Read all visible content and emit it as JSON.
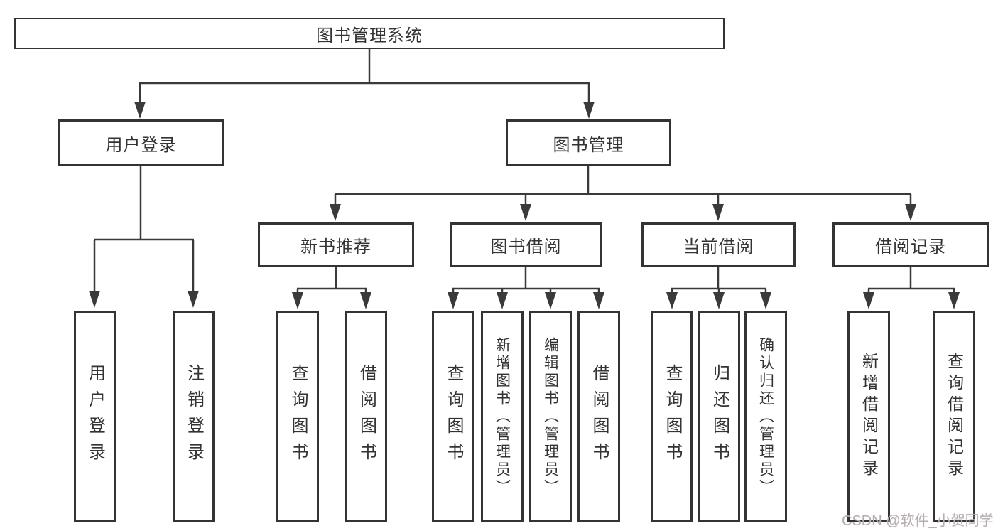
{
  "diagram_title": "图书管理系统",
  "nodes": {
    "root": {
      "label": "图书管理系统"
    },
    "level1": [
      {
        "id": "user-login",
        "label": "用户登录",
        "parent": "图书管理系统"
      },
      {
        "id": "book-management",
        "label": "图书管理",
        "parent": "图书管理系统"
      }
    ],
    "level2": [
      {
        "id": "new-book-recommend",
        "label": "新书推荐",
        "parent": "图书管理"
      },
      {
        "id": "book-borrowing",
        "label": "图书借阅",
        "parent": "图书管理"
      },
      {
        "id": "current-borrowing",
        "label": "当前借阅",
        "parent": "图书管理"
      },
      {
        "id": "borrowing-records",
        "label": "借阅记录",
        "parent": "图书管理"
      }
    ],
    "leaves": [
      {
        "label": "用户登录",
        "parent": "用户登录"
      },
      {
        "label": "注销登录",
        "parent": "用户登录"
      },
      {
        "label": "查询图书",
        "parent": "新书推荐"
      },
      {
        "label": "借阅图书",
        "parent": "新书推荐"
      },
      {
        "label": "查询图书",
        "parent": "图书借阅"
      },
      {
        "label": "新增图书（管理员）",
        "parent": "图书借阅"
      },
      {
        "label": "编辑图书（管理员）",
        "parent": "图书借阅"
      },
      {
        "label": "借阅图书",
        "parent": "图书借阅"
      },
      {
        "label": "查询图书",
        "parent": "当前借阅"
      },
      {
        "label": "归还图书",
        "parent": "当前借阅"
      },
      {
        "label": "确认归还（管理员）",
        "parent": "当前借阅"
      },
      {
        "label": "新增借阅记录",
        "parent": "借阅记录"
      },
      {
        "label": "查询借阅记录",
        "parent": "借阅记录"
      }
    ]
  },
  "watermark": {
    "text": "CSDN @软件_小贺同学"
  },
  "colors": {
    "background": "#ffffff",
    "line": "#3a3a3a",
    "box_border": "#333333",
    "text": "#333333",
    "watermark": "#b7aeb1"
  }
}
